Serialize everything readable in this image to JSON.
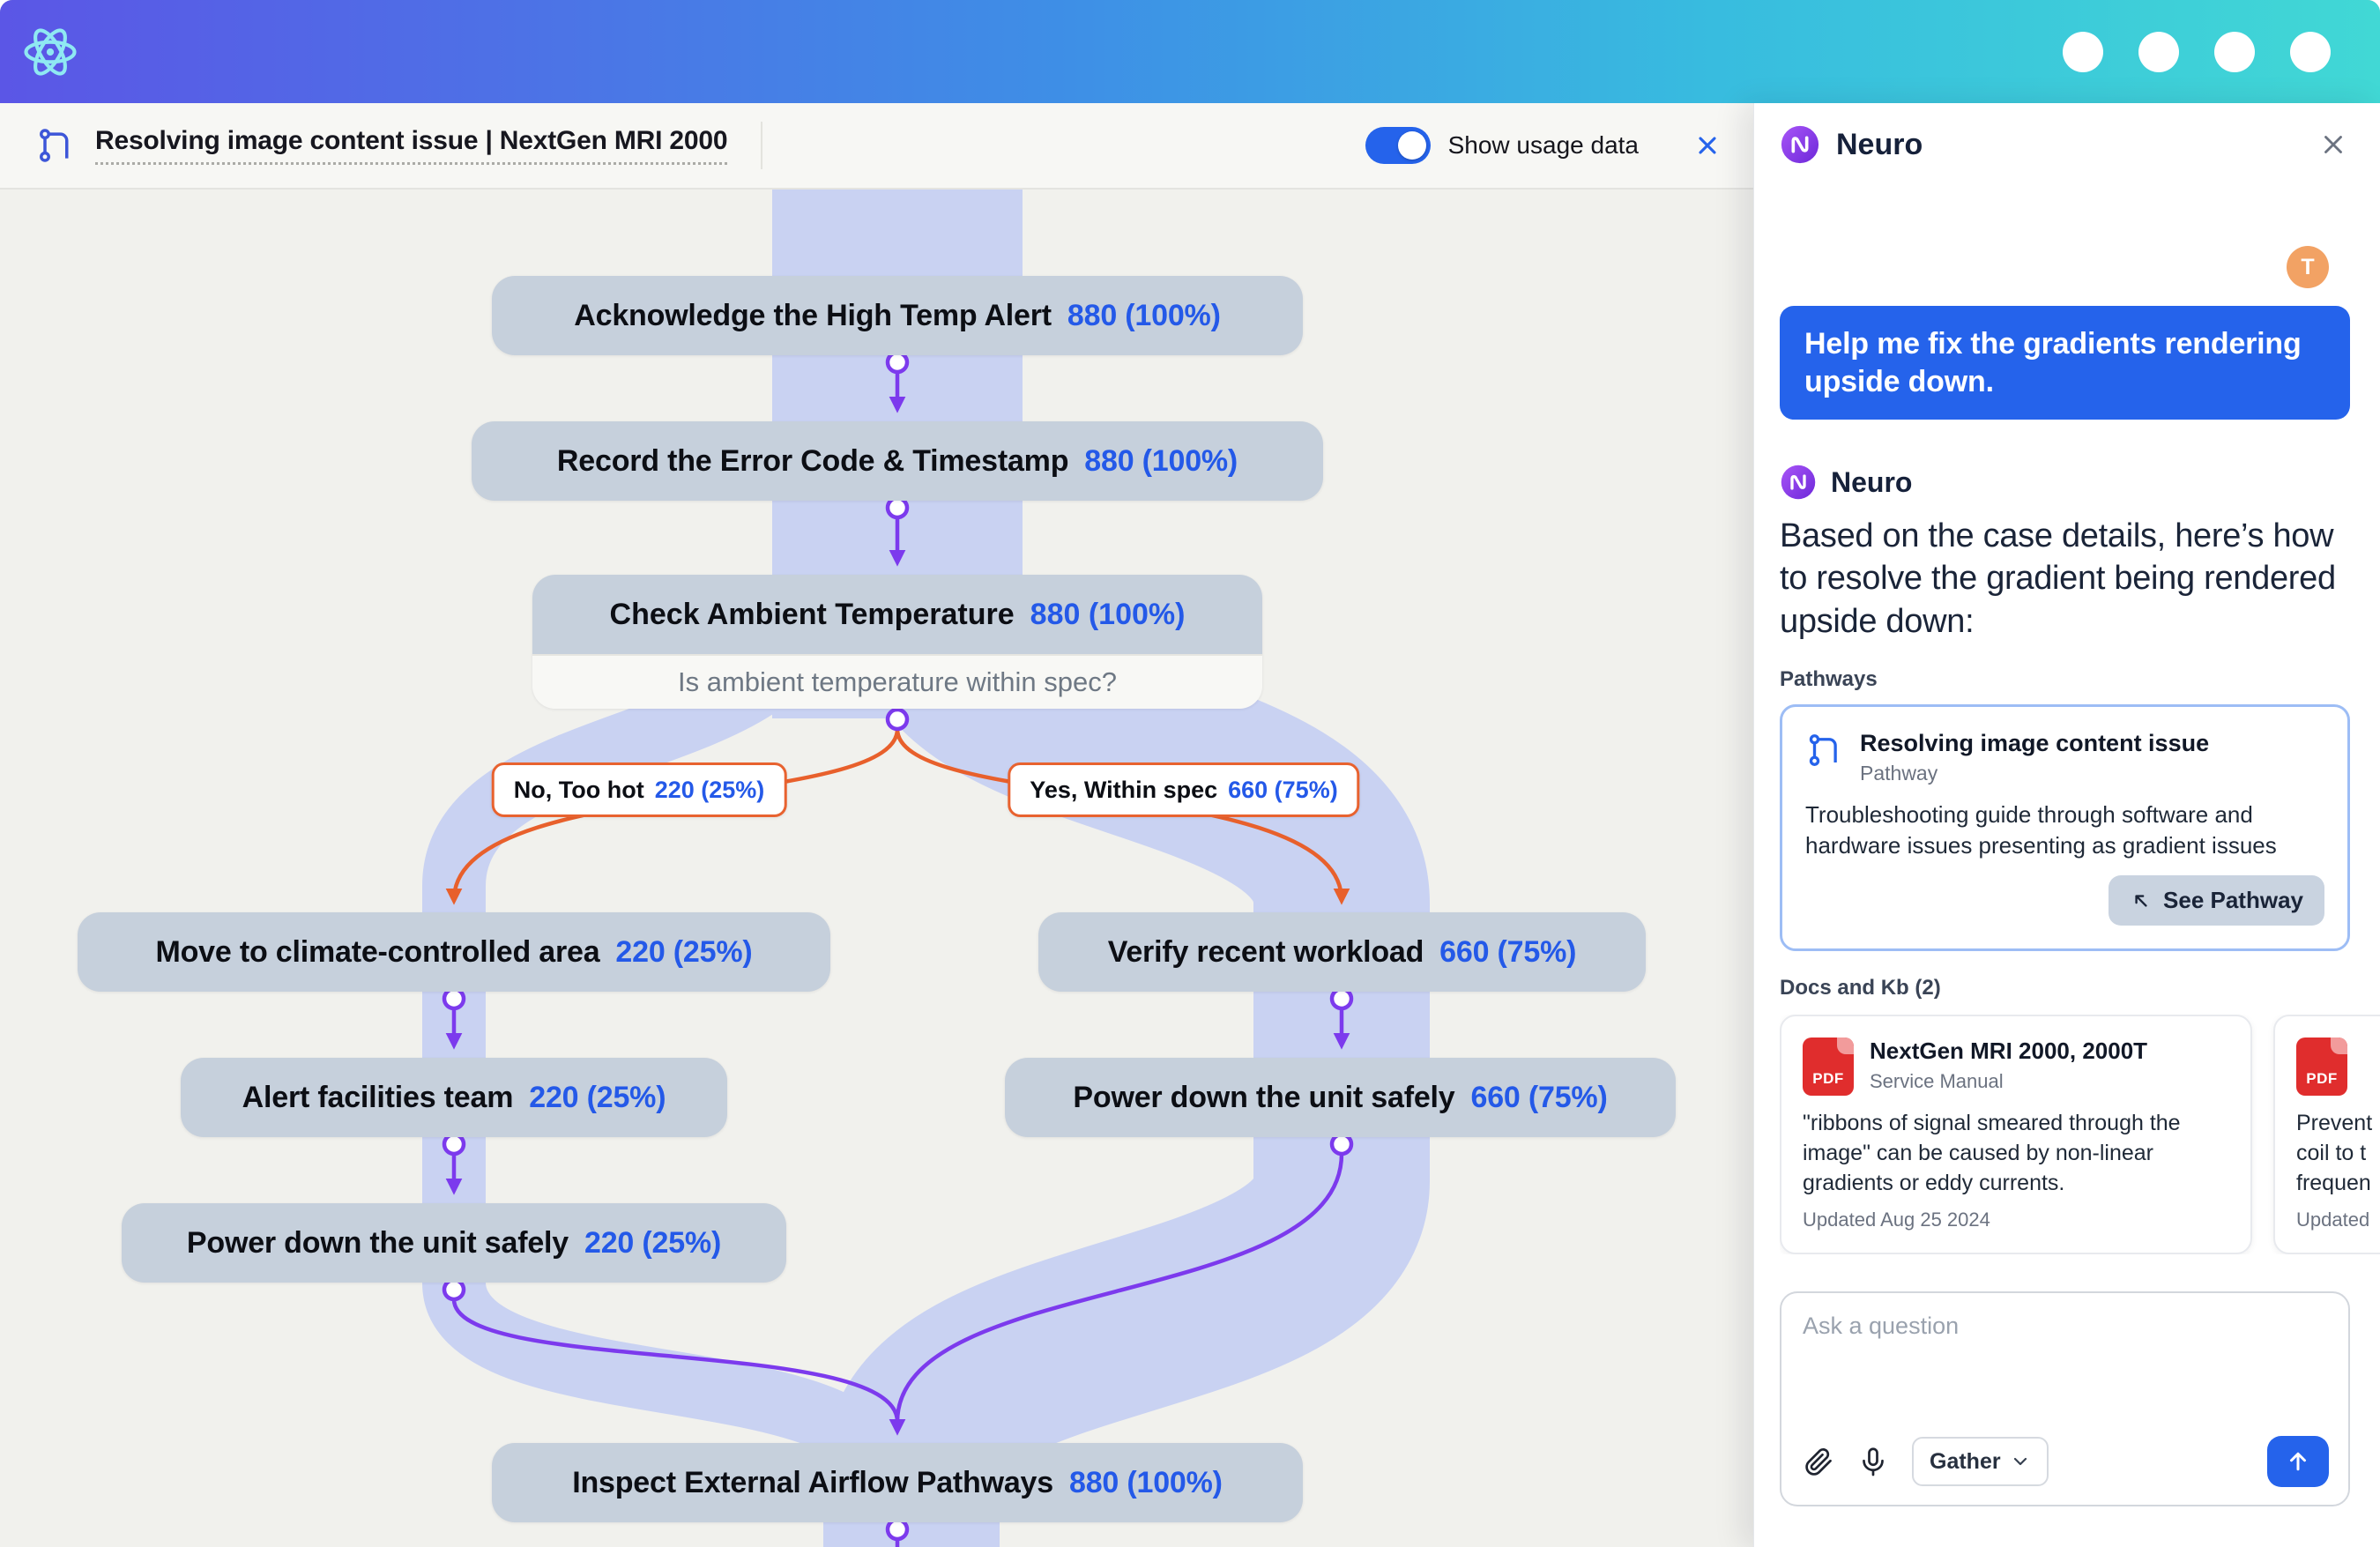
{
  "header": {
    "title": "Resolving image content issue | NextGen MRI 2000",
    "toggle_label": "Show usage data"
  },
  "flowchart": {
    "nodes": {
      "n1": {
        "label": "Acknowledge the High Temp Alert",
        "count": "880 (100%)"
      },
      "n2": {
        "label": "Record the Error Code & Timestamp",
        "count": "880 (100%)"
      },
      "n3": {
        "label": "Check Ambient Temperature",
        "count": "880 (100%)"
      },
      "n3_question": "Is ambient temperature within spec?",
      "branch_no": {
        "label": "No, Too hot",
        "count": "220 (25%)"
      },
      "branch_yes": {
        "label": "Yes, Within spec",
        "count": "660 (75%)"
      },
      "l1": {
        "label": "Move to climate-controlled area",
        "count": "220 (25%)"
      },
      "l2": {
        "label": "Alert facilities team",
        "count": "220 (25%)"
      },
      "l3": {
        "label": "Power down the unit safely",
        "count": "220 (25%)"
      },
      "r1": {
        "label": "Verify recent workload",
        "count": "660 (75%)"
      },
      "r2": {
        "label": "Power down the unit safely",
        "count": "660 (75%)"
      },
      "n4": {
        "label": "Inspect External Airflow Pathways",
        "count": "880 (100%)"
      }
    }
  },
  "panel": {
    "title": "Neuro",
    "user_avatar_initial": "T",
    "user_message": "Help me fix the gradients rendering upside down.",
    "assistant_name": "Neuro",
    "assistant_intro": "Based on the case details, here’s how to resolve the gradient being rendered upside down:",
    "pathways_section_label": "Pathways",
    "pathway_card": {
      "title": "Resolving image content issue",
      "type": "Pathway",
      "description": "Troubleshooting guide through software and hardware issues presenting as gradient issues",
      "button_label": "See Pathway"
    },
    "docs_section_label": "Docs and Kb (2)",
    "doc_cards": [
      {
        "file_type": "PDF",
        "title": "NextGen MRI 2000, 2000T",
        "subtitle": "Service Manual",
        "body": "\"ribbons of signal smeared through the image\" can be caused by non-linear gradients or eddy currents.",
        "footer": "Updated Aug 25 2024"
      },
      {
        "file_type": "PDF",
        "title": "",
        "subtitle": "",
        "body": "Prevent\ncoil to t\nfrequen",
        "footer": "Updated"
      }
    ],
    "composer": {
      "placeholder": "Ask a question",
      "mode_label": "Gather"
    }
  }
}
